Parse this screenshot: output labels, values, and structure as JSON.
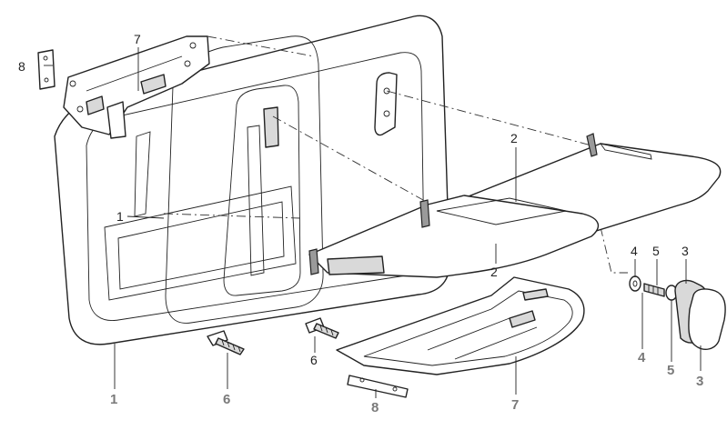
{
  "diagram": {
    "callouts_black": [
      {
        "id": "c7a",
        "text": "7"
      },
      {
        "id": "c8a",
        "text": "8"
      },
      {
        "id": "c1a",
        "text": "1"
      },
      {
        "id": "c2a",
        "text": "2"
      },
      {
        "id": "c2b",
        "text": "2"
      },
      {
        "id": "c4a",
        "text": "4"
      },
      {
        "id": "c5a",
        "text": "5"
      },
      {
        "id": "c3a",
        "text": "3"
      },
      {
        "id": "c6a",
        "text": "6"
      }
    ],
    "callouts_grey": [
      {
        "id": "g1",
        "text": "1"
      },
      {
        "id": "g6",
        "text": "6"
      },
      {
        "id": "g8",
        "text": "8"
      },
      {
        "id": "g7",
        "text": "7"
      },
      {
        "id": "g4",
        "text": "4"
      },
      {
        "id": "g5",
        "text": "5"
      },
      {
        "id": "g3",
        "text": "3"
      }
    ]
  }
}
